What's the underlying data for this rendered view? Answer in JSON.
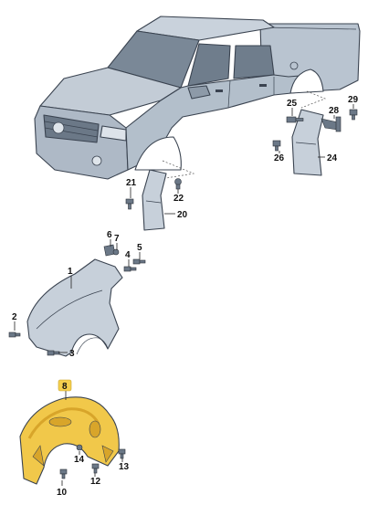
{
  "diagram": {
    "colors": {
      "body_fill": "#b9c4d0",
      "body_shade": "#8d9aa8",
      "glass": "#6f7d8c",
      "part_fill": "#c7d0da",
      "liner_fill": "#f1c84a",
      "liner_shade": "#d8a52a",
      "badge_fill": "#f5d04e"
    },
    "callouts": [
      {
        "id": "c1",
        "text": "1"
      },
      {
        "id": "c2",
        "text": "2"
      },
      {
        "id": "c3",
        "text": "3"
      },
      {
        "id": "c4",
        "text": "4"
      },
      {
        "id": "c5",
        "text": "5"
      },
      {
        "id": "c6",
        "text": "6"
      },
      {
        "id": "c7",
        "text": "7"
      },
      {
        "id": "c8",
        "text": "8"
      },
      {
        "id": "c10",
        "text": "10"
      },
      {
        "id": "c12",
        "text": "12"
      },
      {
        "id": "c13",
        "text": "13"
      },
      {
        "id": "c14",
        "text": "14"
      },
      {
        "id": "c20",
        "text": "20"
      },
      {
        "id": "c21",
        "text": "21"
      },
      {
        "id": "c22",
        "text": "22"
      },
      {
        "id": "c24",
        "text": "24"
      },
      {
        "id": "c25",
        "text": "25"
      },
      {
        "id": "c26",
        "text": "26"
      },
      {
        "id": "c28",
        "text": "28"
      },
      {
        "id": "c29",
        "text": "29"
      }
    ]
  }
}
